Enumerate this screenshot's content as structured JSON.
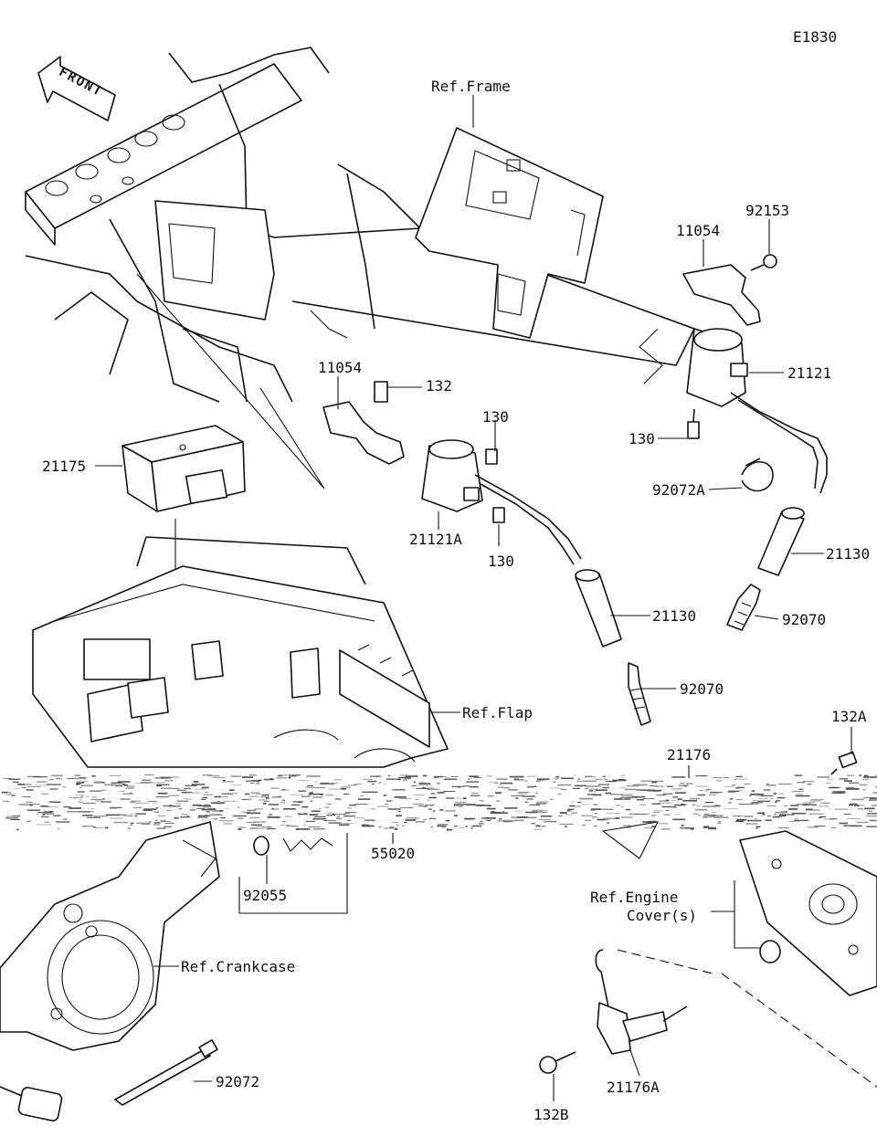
{
  "drawing_id": "E1830",
  "front_arrow": {
    "label": "FRONT",
    "icon": "front-direction-arrow-icon"
  },
  "callouts": [
    {
      "id": "ref-frame",
      "text": "Ref.Frame"
    },
    {
      "id": "p11054-upper",
      "text": "11054"
    },
    {
      "id": "p92153",
      "text": "92153"
    },
    {
      "id": "p21121",
      "text": "21121"
    },
    {
      "id": "p130-right",
      "text": "130"
    },
    {
      "id": "p92072A",
      "text": "92072A"
    },
    {
      "id": "p21130-right",
      "text": "21130"
    },
    {
      "id": "p92070-right",
      "text": "92070"
    },
    {
      "id": "p11054-mid",
      "text": "11054"
    },
    {
      "id": "p132",
      "text": "132"
    },
    {
      "id": "p130-top",
      "text": "130"
    },
    {
      "id": "p21175",
      "text": "21175"
    },
    {
      "id": "p21121A",
      "text": "21121A"
    },
    {
      "id": "p130-bottom",
      "text": "130"
    },
    {
      "id": "p21130-mid",
      "text": "21130"
    },
    {
      "id": "p92070-mid",
      "text": "92070"
    },
    {
      "id": "ref-flap",
      "text": "Ref.Flap"
    },
    {
      "id": "p132A",
      "text": "132A"
    },
    {
      "id": "p21176",
      "text": "21176"
    },
    {
      "id": "p55020",
      "text": "55020"
    },
    {
      "id": "p92055",
      "text": "92055"
    },
    {
      "id": "ref-engine-cover-1",
      "text": "Ref.Engine"
    },
    {
      "id": "ref-engine-cover-2",
      "text": "Cover(s)"
    },
    {
      "id": "ref-crankcase",
      "text": "Ref.Crankcase"
    },
    {
      "id": "p92072",
      "text": "92072"
    },
    {
      "id": "p132B",
      "text": "132B"
    },
    {
      "id": "p21176A",
      "text": "21176A"
    }
  ]
}
